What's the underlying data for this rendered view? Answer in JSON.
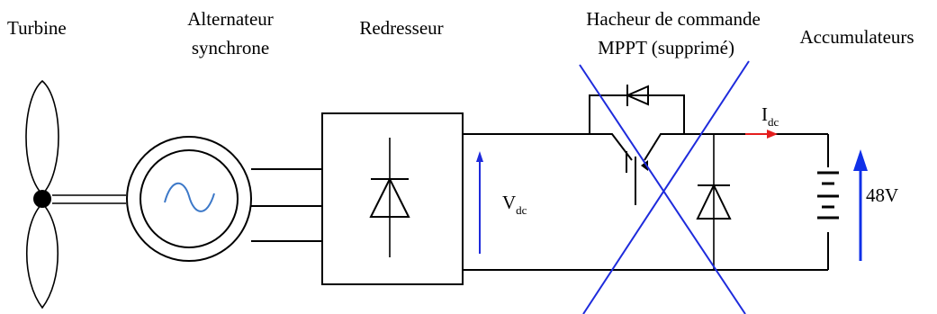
{
  "labels": {
    "turbine": "Turbine",
    "alternator_line1": "Alternateur",
    "alternator_line2": "synchrone",
    "rectifier": "Redresseur",
    "chopper_line1": "Hacheur de commande",
    "chopper_line2": "MPPT (supprimé)",
    "batteries": "Accumulateurs",
    "vdc_main": "V",
    "vdc_sub": "dc",
    "idc_main": "I",
    "idc_sub": "dc",
    "battery_voltage": "48V"
  },
  "colors": {
    "line": "#000000",
    "cross": "#1e2bdc",
    "vdc_arrow": "#1e2bdc",
    "idc_arrow": "#e41e1e",
    "battery_arrow": "#1030e8",
    "sine": "#3c78c8"
  },
  "icons": [
    "turbine-icon",
    "alternator-icon",
    "diode-icon",
    "igbt-icon",
    "battery-icon"
  ]
}
